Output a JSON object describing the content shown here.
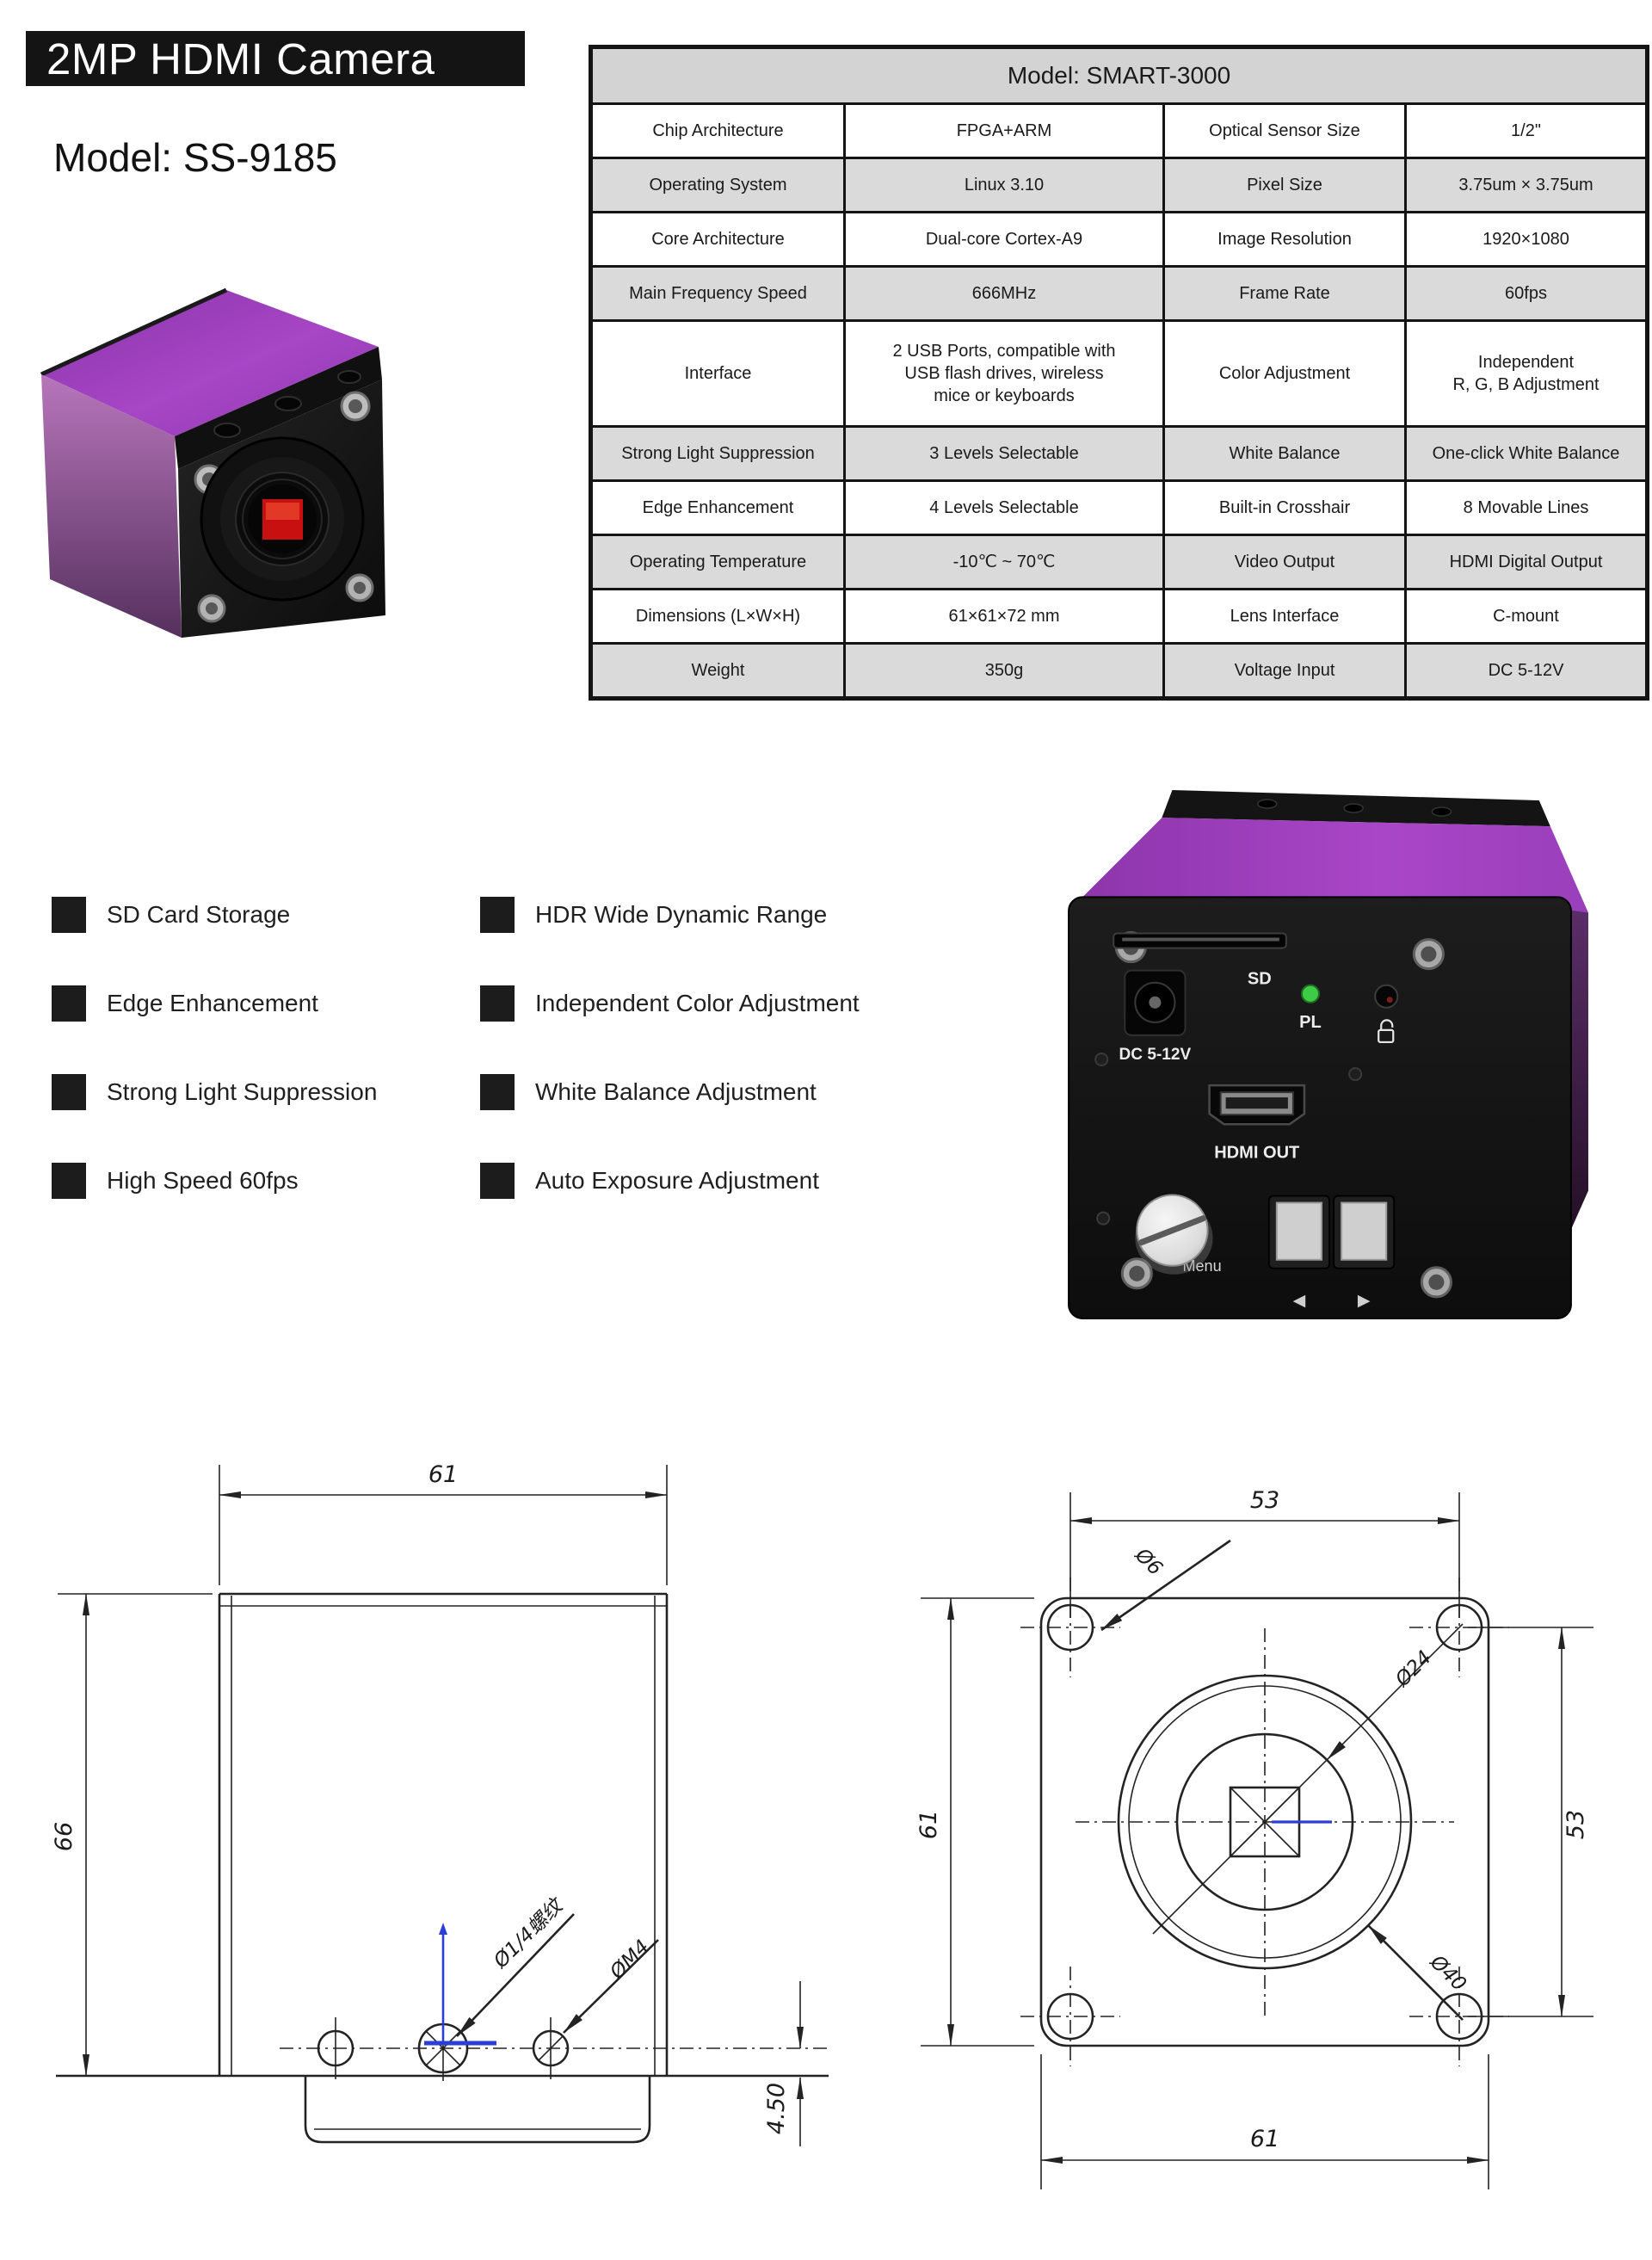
{
  "header": {
    "title": "2MP HDMI Camera",
    "model": "Model: SS-9185",
    "title_bg": "#141414",
    "title_color": "#ffffff"
  },
  "spec_table": {
    "header": "Model: SMART-3000",
    "rows": [
      {
        "cells": [
          "Chip Architecture",
          "FPGA+ARM",
          "Optical Sensor Size",
          "1/2\""
        ]
      },
      {
        "cells": [
          "Operating System",
          "Linux 3.10",
          "Pixel Size",
          "3.75um × 3.75um"
        ]
      },
      {
        "cells": [
          "Core Architecture",
          "Dual-core Cortex-A9",
          "Image Resolution",
          "1920×1080"
        ]
      },
      {
        "cells": [
          "Main Frequency Speed",
          "666MHz",
          "Frame Rate",
          "60fps"
        ]
      },
      {
        "cells": [
          "Interface",
          "2 USB Ports, compatible with\nUSB flash drives, wireless\nmice or keyboards",
          "Color Adjustment",
          "Independent\nR, G, B Adjustment"
        ]
      },
      {
        "cells": [
          "Strong Light Suppression",
          "3 Levels Selectable",
          "White Balance",
          "One-click White Balance"
        ]
      },
      {
        "cells": [
          "Edge Enhancement",
          "4 Levels Selectable",
          "Built-in Crosshair",
          "8 Movable Lines"
        ]
      },
      {
        "cells": [
          "Operating Temperature",
          "-10℃ ~ 70℃",
          "Video Output",
          "HDMI Digital Output"
        ]
      },
      {
        "cells": [
          "Dimensions (L×W×H)",
          "61×61×72 mm",
          "Lens Interface",
          "C-mount"
        ]
      },
      {
        "cells": [
          "Weight",
          "350g",
          "Voltage Input",
          "DC 5-12V"
        ]
      }
    ]
  },
  "features": {
    "left": [
      "SD Card Storage",
      "Edge Enhancement",
      "Strong Light Suppression",
      "High Speed 60fps"
    ],
    "right": [
      "HDR Wide Dynamic Range",
      "Independent Color Adjustment",
      "White Balance Adjustment",
      "Auto Exposure Adjustment"
    ]
  },
  "rear_panel": {
    "sd_label": "SD",
    "pl_label": "PL",
    "dc_label": "DC 5-12V",
    "hdmi_label": "HDMI OUT",
    "menu_label": "Menu",
    "left_arrow": "◀",
    "right_arrow": "▶",
    "led_color": "#3ecb45",
    "body_purple": "#9a41b4"
  },
  "drawings": {
    "side_view": {
      "width_dim": "61",
      "height_dim": "66",
      "foot_dim": "4.50",
      "thread_label": "Ø1/4螺纹",
      "hole_label": "ØM4"
    },
    "front_view": {
      "top_dim": "53",
      "left_dim": "61",
      "right_dim": "53",
      "bottom_dim": "61",
      "corner_hole_label": "Ø6",
      "inner_circle_label": "Ø24",
      "outer_circle_label": "Ø40"
    }
  }
}
